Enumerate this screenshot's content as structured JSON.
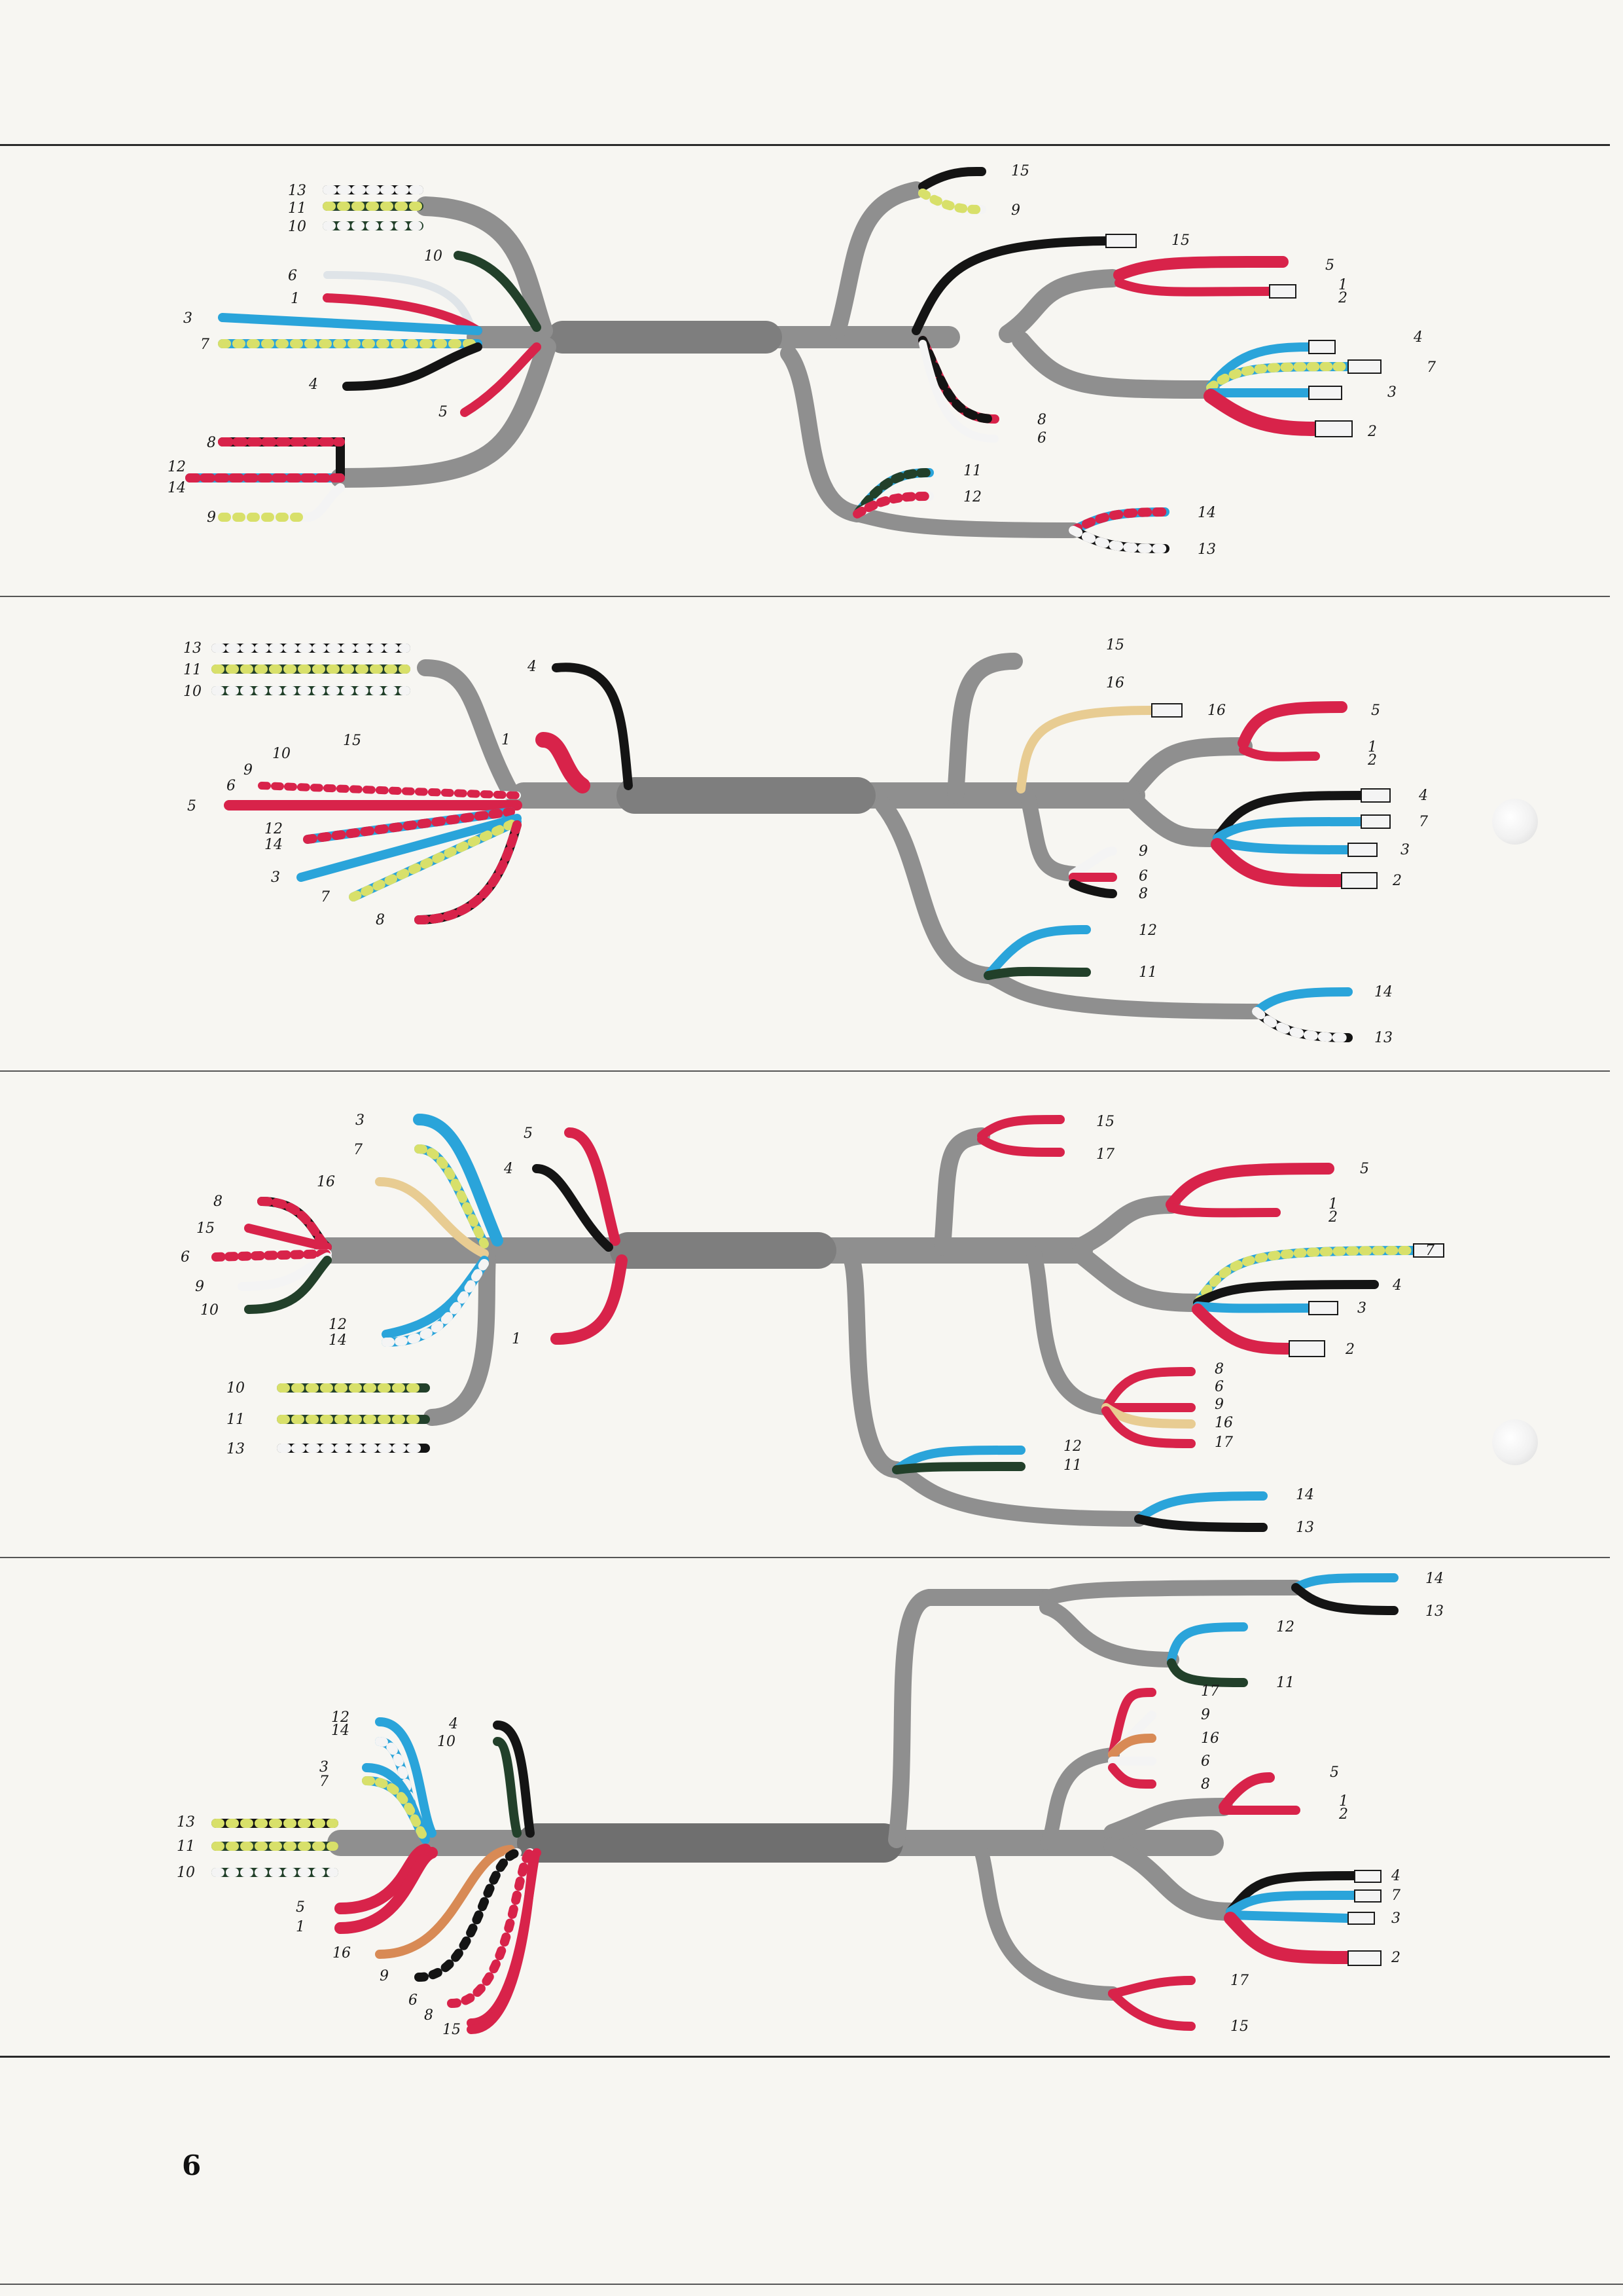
{
  "page": {
    "number": "6"
  },
  "colors": {
    "sheath": "#8f8f8f",
    "sheath_dark": "#6f6f6f",
    "red": "#d8234a",
    "blue": "#2aa4da",
    "black": "#141414",
    "dark_green": "#22402a",
    "yellow": "#d8e06a",
    "white": "#f4f4f4",
    "tan": "#e8cc92",
    "orange": "#d88a55"
  },
  "diagrams": [
    {
      "left_labels": [
        "13",
        "11",
        "10",
        "10",
        "6",
        "1",
        "3",
        "7",
        "4",
        "5",
        "8",
        "12",
        "14",
        "9"
      ],
      "right_labels": [
        "15",
        "9",
        "15",
        "5",
        "1",
        "2",
        "4",
        "7",
        "3",
        "2",
        "8",
        "6",
        "11",
        "12",
        "14",
        "13"
      ]
    },
    {
      "left_labels": [
        "13",
        "11",
        "10",
        "4",
        "1",
        "15",
        "10",
        "9",
        "6",
        "5",
        "12",
        "14",
        "3",
        "7",
        "8"
      ],
      "right_labels": [
        "15",
        "16",
        "16",
        "5",
        "1",
        "2",
        "4",
        "7",
        "3",
        "2",
        "9",
        "6",
        "8",
        "12",
        "11",
        "14",
        "13"
      ]
    },
    {
      "left_labels": [
        "3",
        "7",
        "5",
        "4",
        "16",
        "8",
        "15",
        "6",
        "9",
        "10",
        "12",
        "14",
        "1",
        "10",
        "11",
        "13"
      ],
      "right_labels": [
        "15",
        "17",
        "5",
        "1",
        "2",
        "7",
        "4",
        "3",
        "2",
        "8",
        "6",
        "9",
        "16",
        "17",
        "12",
        "11",
        "14",
        "13"
      ]
    },
    {
      "left_labels": [
        "12",
        "14",
        "4",
        "10",
        "3",
        "7",
        "13",
        "11",
        "10",
        "5",
        "1",
        "16",
        "9",
        "6",
        "8",
        "15"
      ],
      "right_labels": [
        "14",
        "13",
        "12",
        "11",
        "17",
        "9",
        "16",
        "6",
        "8",
        "5",
        "1",
        "2",
        "4",
        "7",
        "3",
        "2",
        "17",
        "15"
      ]
    }
  ]
}
